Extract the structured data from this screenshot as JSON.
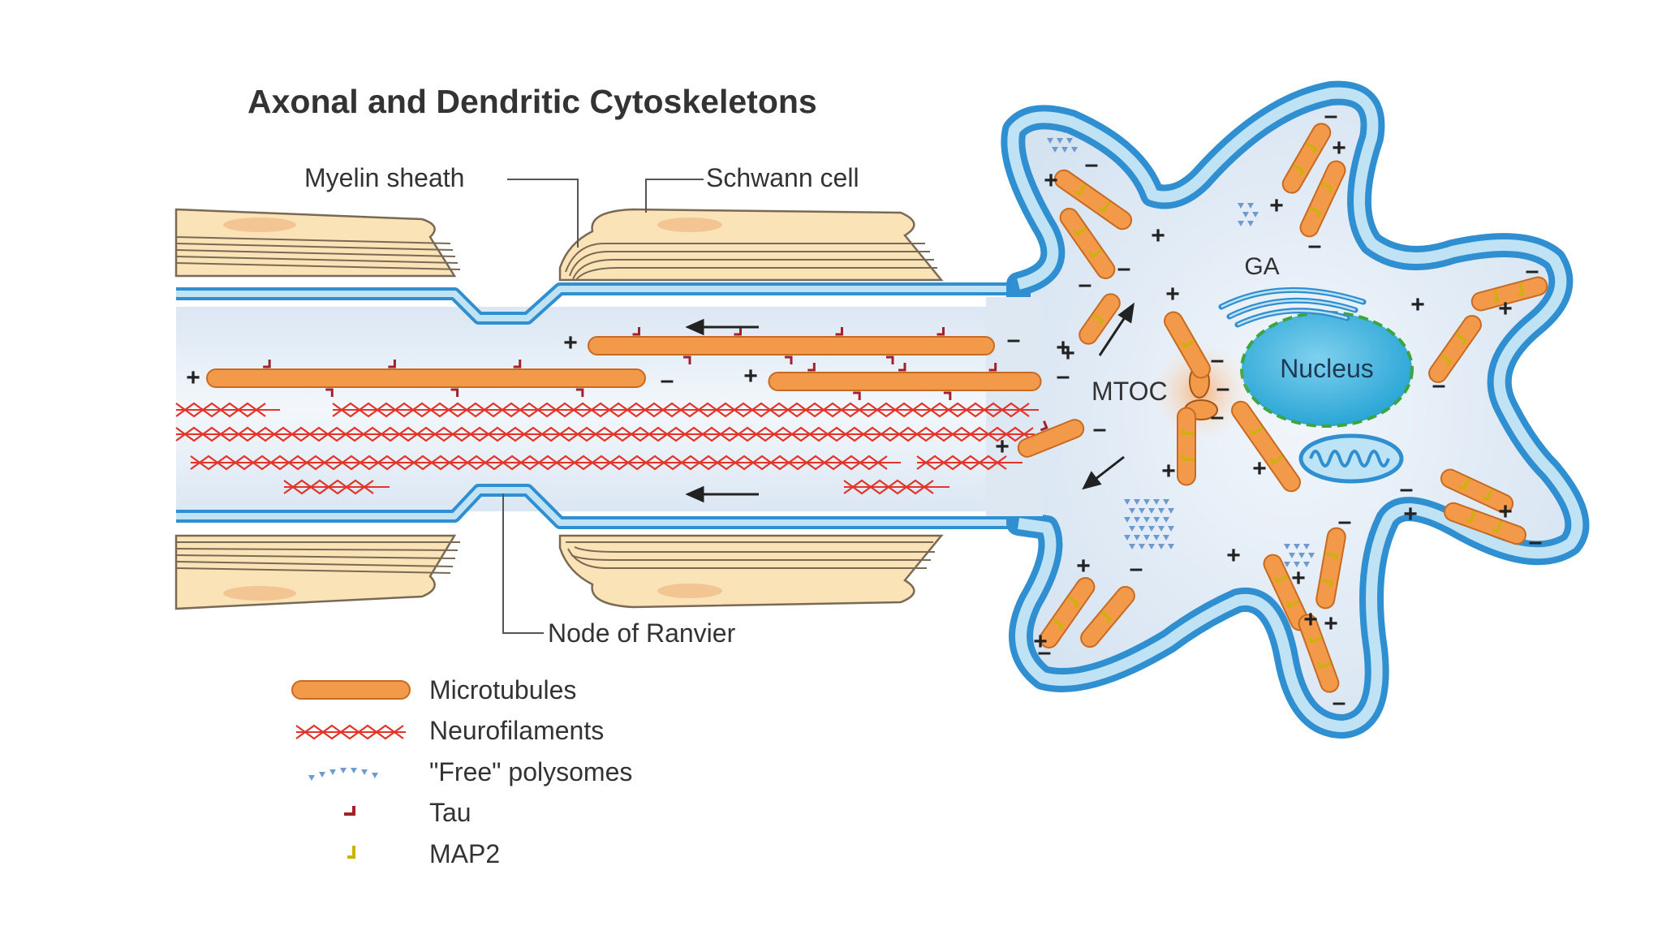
{
  "title": "Axonal and Dendritic Cytoskeletons",
  "labels": {
    "myelin_sheath": "Myelin sheath",
    "schwann_cell": "Schwann cell",
    "node_of_ranvier": "Node of Ranvier",
    "golgi": "GA",
    "mtoc": "MTOC",
    "nucleus": "Nucleus"
  },
  "legend": [
    {
      "key": "microtubules",
      "label": "Microtubules"
    },
    {
      "key": "neurofilaments",
      "label": "Neurofilaments"
    },
    {
      "key": "polysomes",
      "label": "\"Free\" polysomes"
    },
    {
      "key": "tau",
      "label": "Tau"
    },
    {
      "key": "map2",
      "label": "MAP2"
    }
  ],
  "polarity": {
    "plus": "+",
    "minus": "–"
  },
  "colors": {
    "microtubule": "#f29a4a",
    "microtubule_edge": "#c86a22",
    "neurofilament": "#e2342b",
    "membrane": "#2f8fd0",
    "membrane_fill": "#bfe3f5",
    "cytoplasm": "#e3edf7",
    "myelin": "#fbe3b8",
    "myelin_edge": "#7a6a55",
    "nucleus": "#3fb3dd",
    "polysome": "#6e9ad0",
    "tau": "#a2222c",
    "map2": "#c9b400"
  }
}
